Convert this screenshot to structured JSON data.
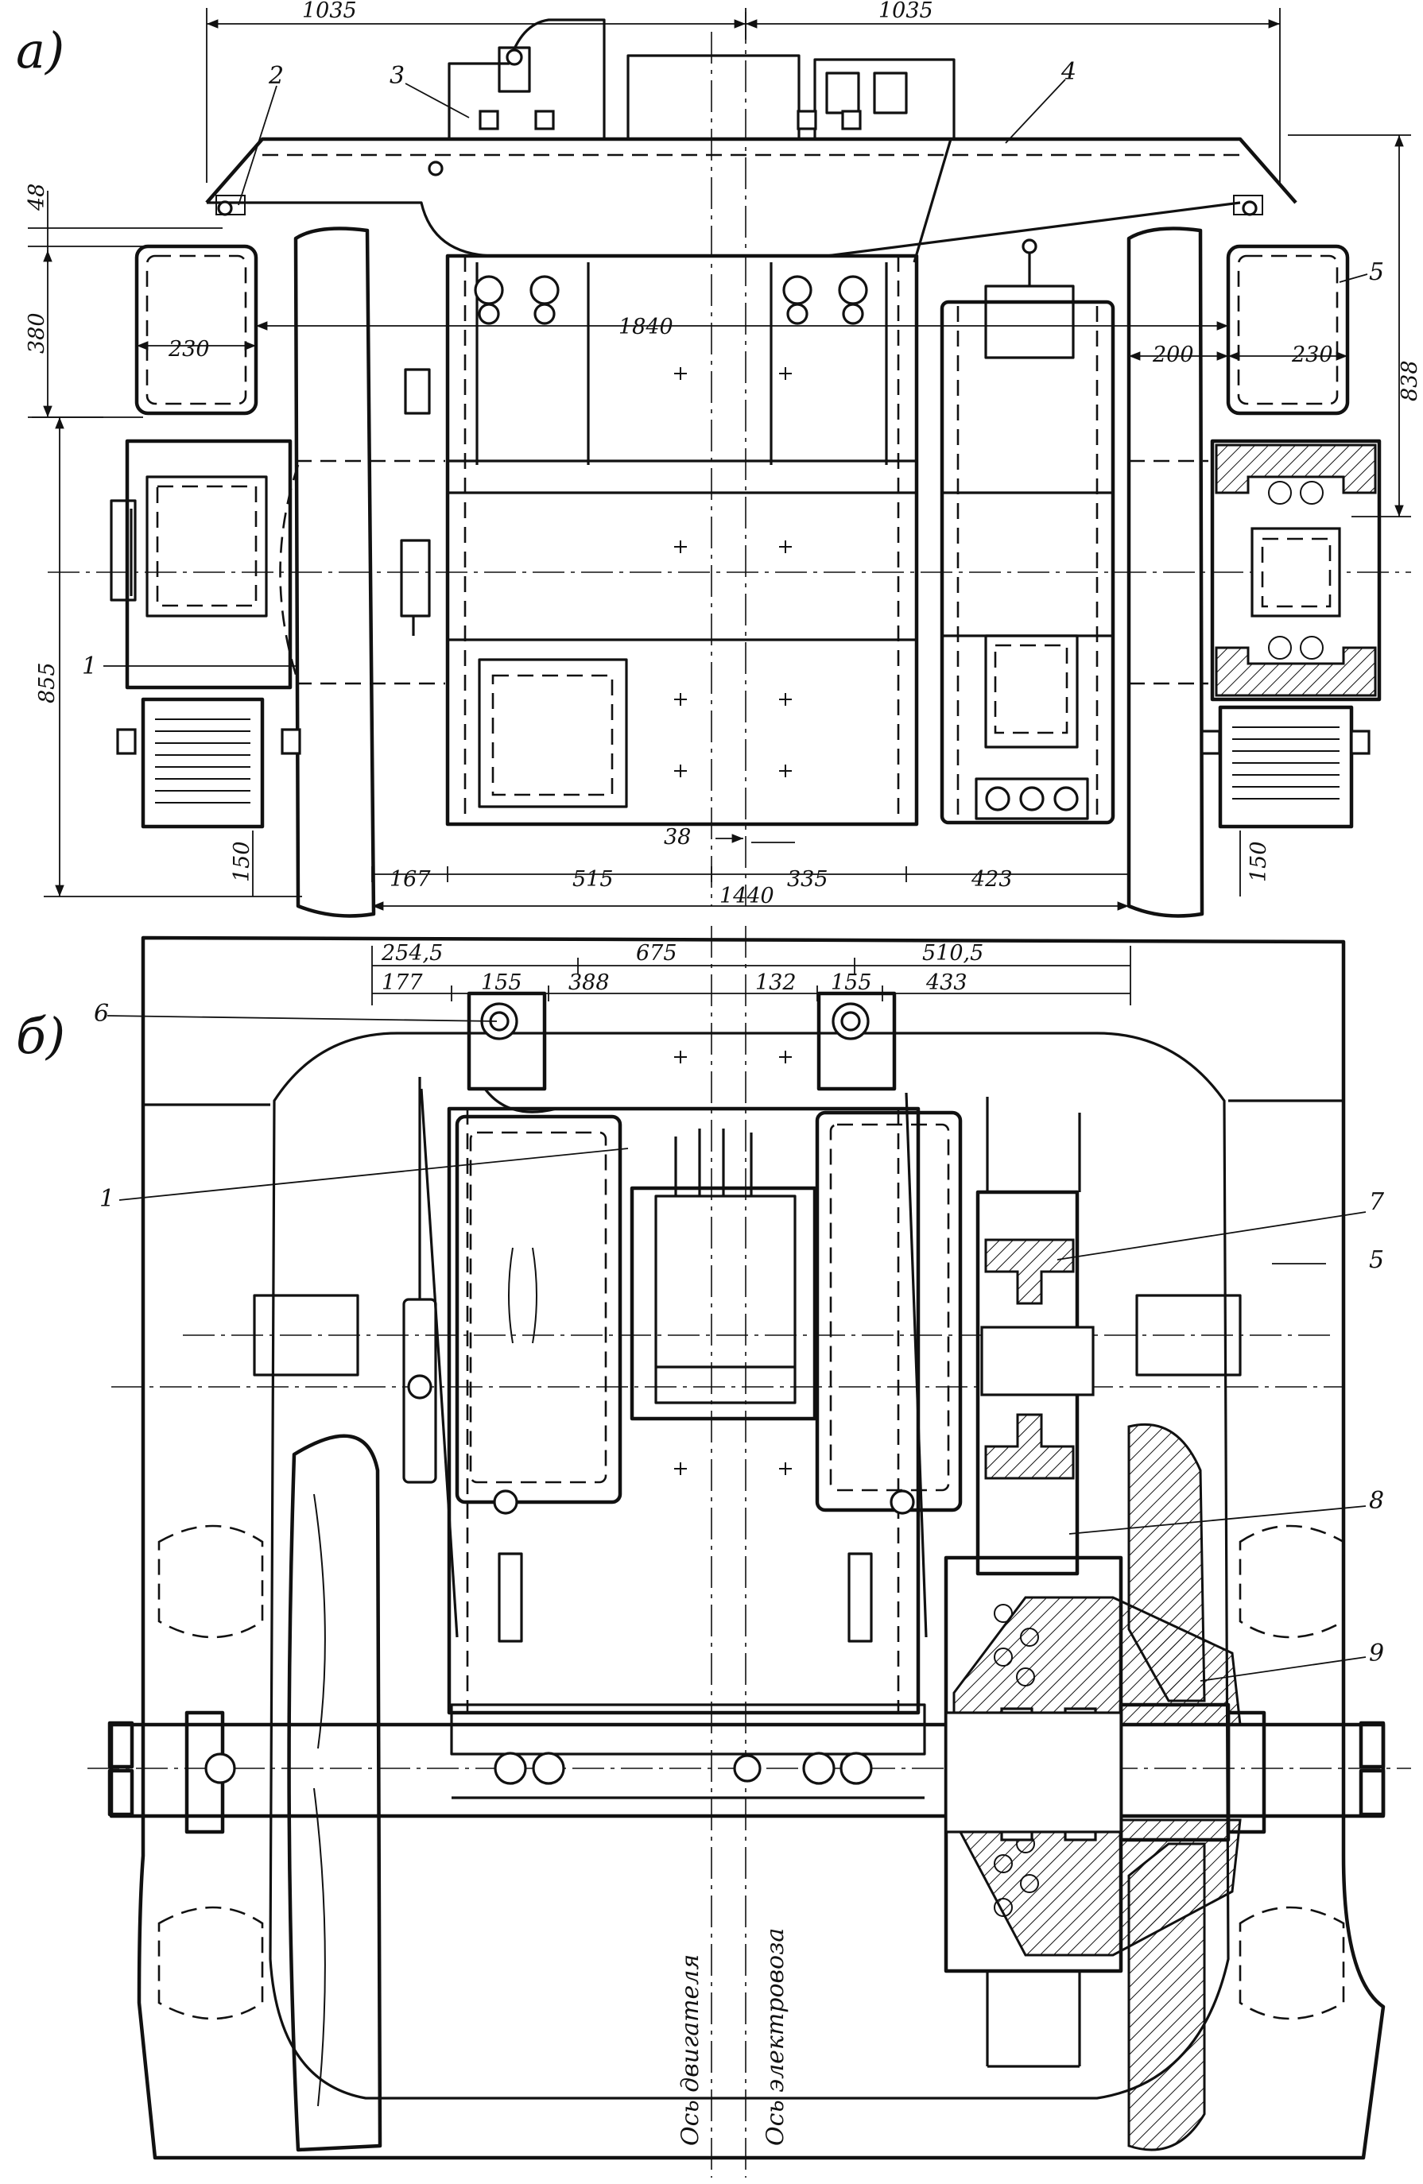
{
  "views": {
    "a": "a)",
    "b": "б)"
  },
  "callouts": {
    "a": [
      "1",
      "2",
      "3",
      "4",
      "5"
    ],
    "b": [
      "1",
      "5",
      "6",
      "7",
      "8",
      "9"
    ]
  },
  "dims_a": {
    "top_left": "1035",
    "top_right": "1035",
    "height_48": "48",
    "height_380": "380",
    "width_230_left": "230",
    "width_1840": "1840",
    "width_200": "200",
    "width_230_right": "230",
    "height_838": "838",
    "height_855": "855",
    "height_150_left": "150",
    "height_150_right": "150",
    "offset_38": "38",
    "w_167": "167",
    "w_515": "515",
    "w_335": "335",
    "w_423": "423",
    "w_1440": "1440"
  },
  "dims_b": {
    "w_254_5": "254,5",
    "w_675": "675",
    "w_510_5": "510,5",
    "w_177": "177",
    "w_155_l": "155",
    "w_388": "388",
    "w_132": "132",
    "w_155_r": "155",
    "w_433": "433"
  },
  "axis_labels": {
    "motor": "Ось двигателя",
    "locomotive": "Ось электровоза"
  }
}
